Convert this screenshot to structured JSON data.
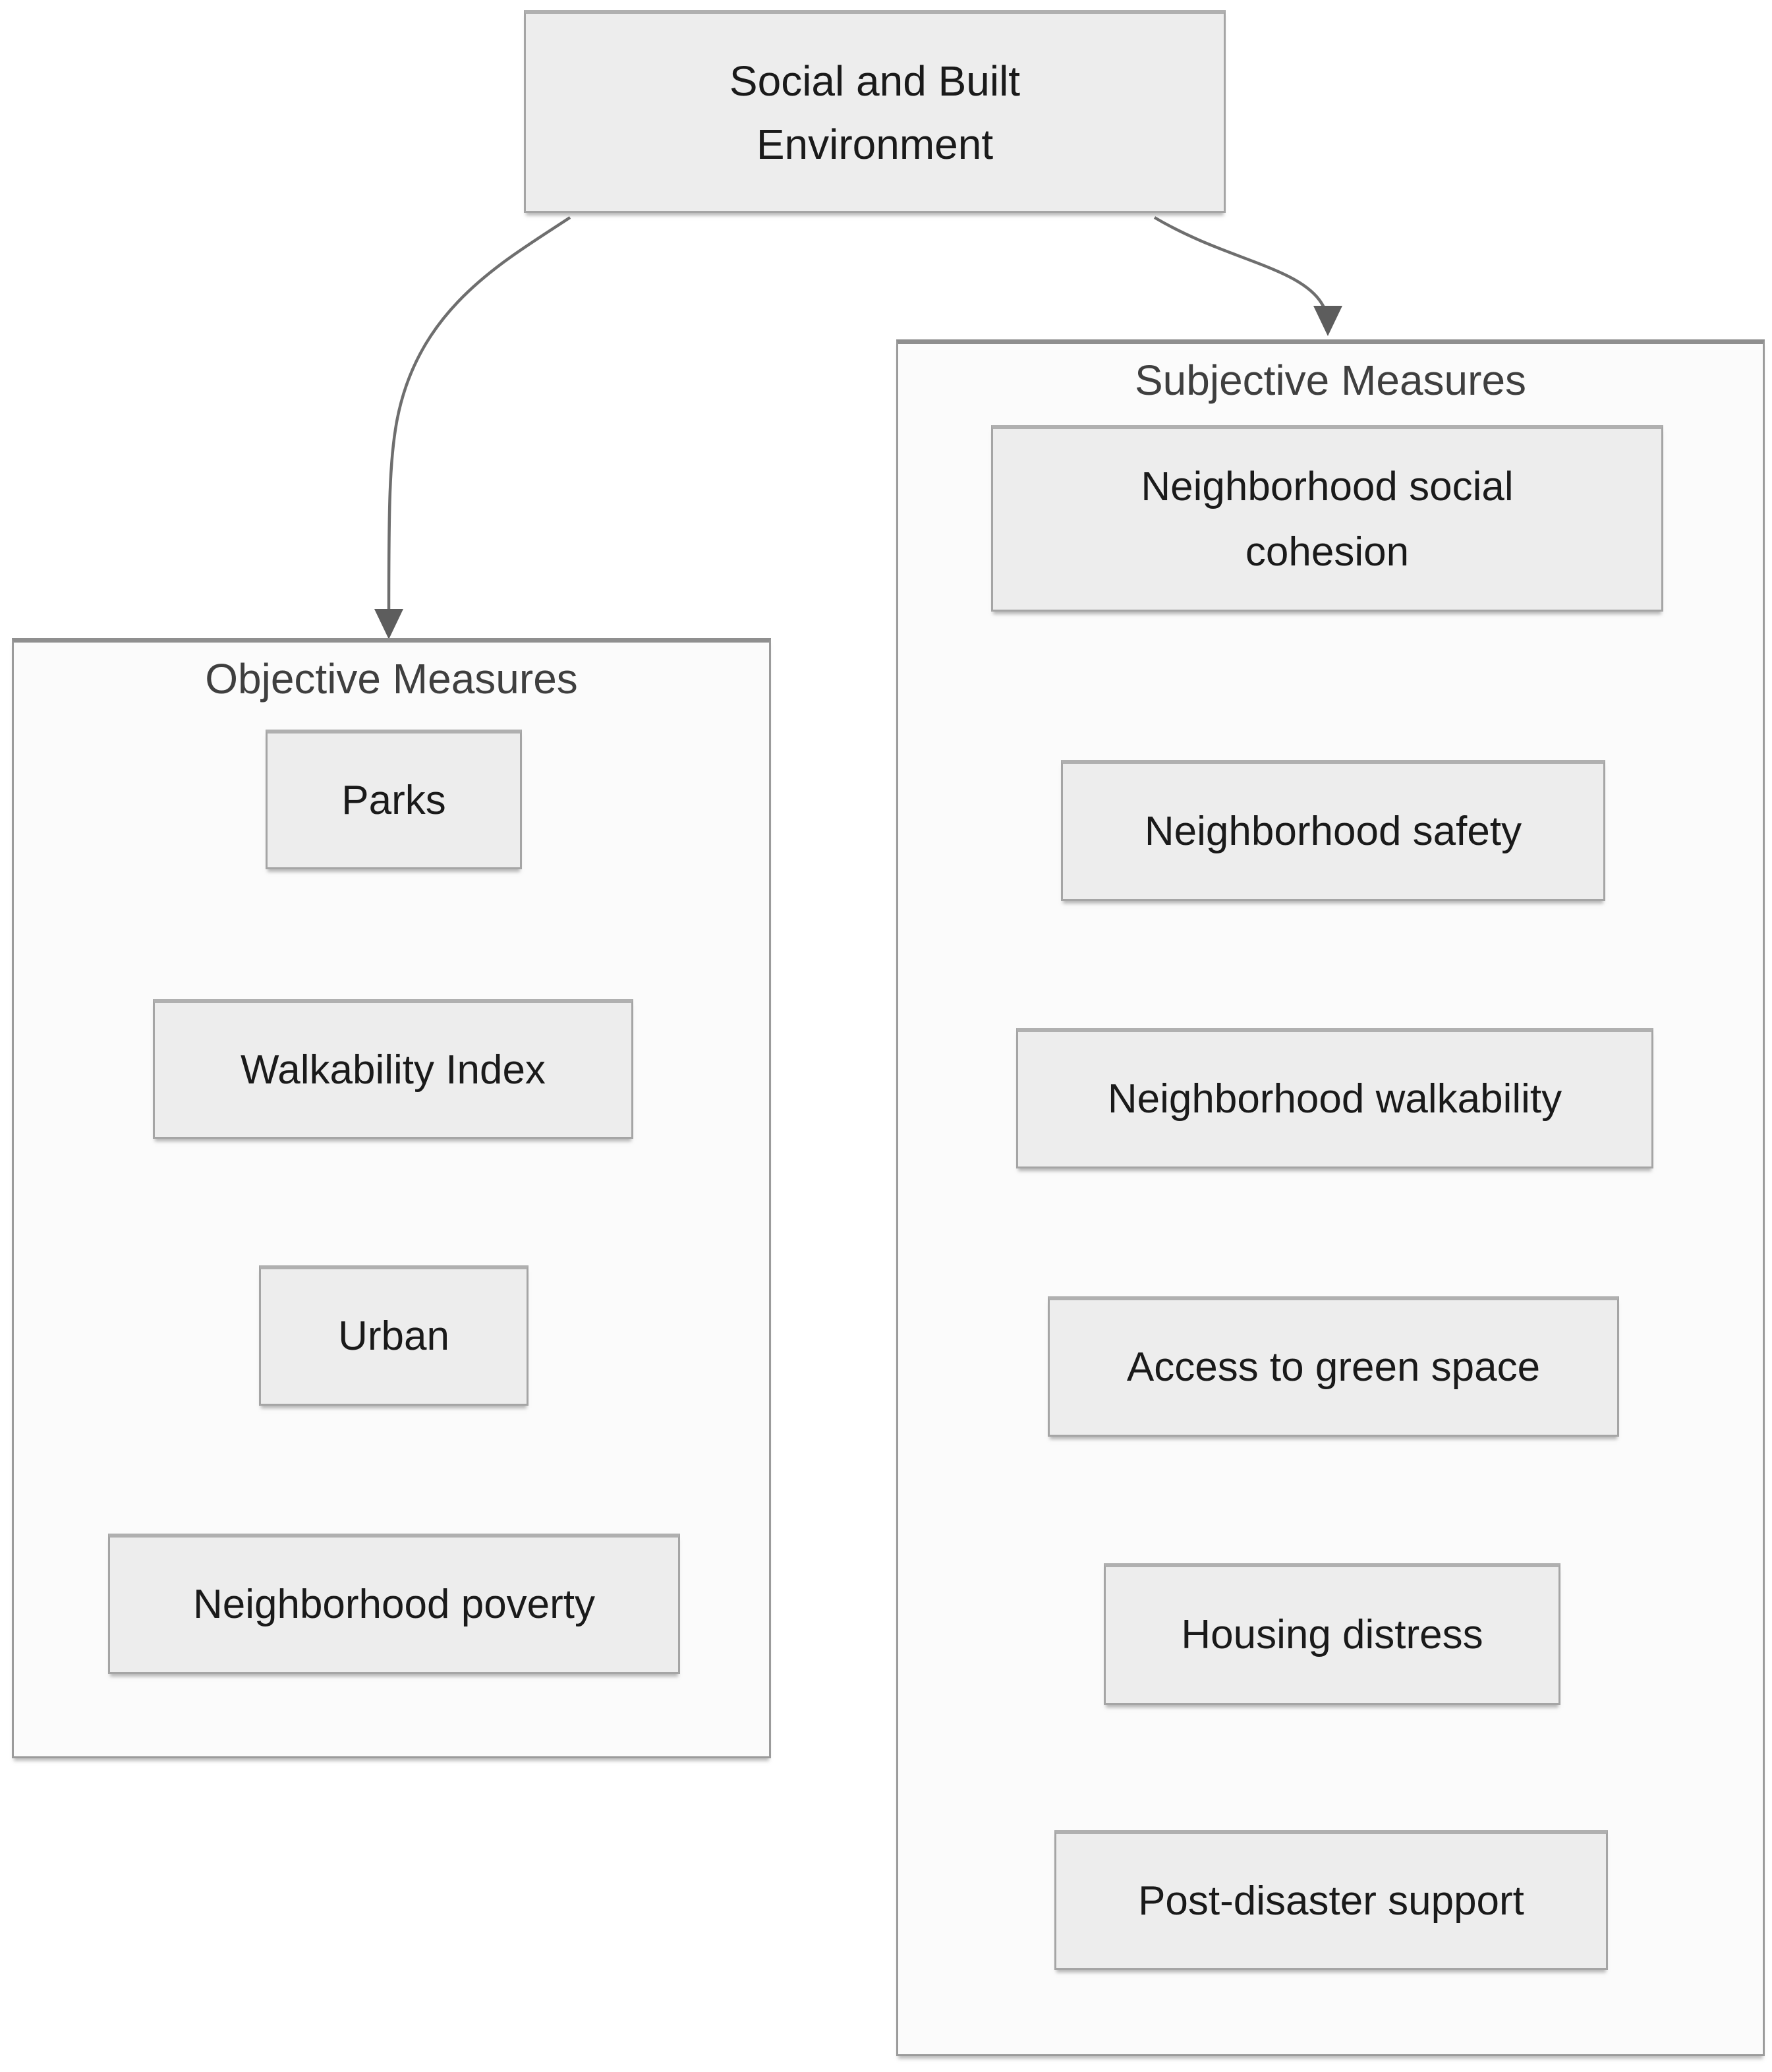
{
  "root_box": {
    "label": "Social and Built Environment",
    "lines": [
      "Social and Built",
      "Environment"
    ]
  },
  "groups": [
    {
      "title": "Objective Measures",
      "items": [
        {
          "label": "Parks"
        },
        {
          "label": "Walkability Index"
        },
        {
          "label": "Urban"
        },
        {
          "label": "Neighborhood poverty"
        }
      ]
    },
    {
      "title": "Subjective Measures",
      "items": [
        {
          "label": "Neighborhood social cohesion",
          "lines": [
            "Neighborhood social",
            "cohesion"
          ]
        },
        {
          "label": "Neighborhood safety"
        },
        {
          "label": "Neighborhood walkability"
        },
        {
          "label": "Access to green space"
        },
        {
          "label": "Housing distress"
        },
        {
          "label": "Post-disaster support"
        }
      ]
    }
  ],
  "colors": {
    "node_fill": "#ededed",
    "node_border": "#a5a5a5",
    "container_fill": "#fbfbfb",
    "container_border": "#9b9b9b",
    "arrow": "#6e6e6e",
    "node_text": "#1a1a1a",
    "header_text": "#3f3f3f"
  }
}
